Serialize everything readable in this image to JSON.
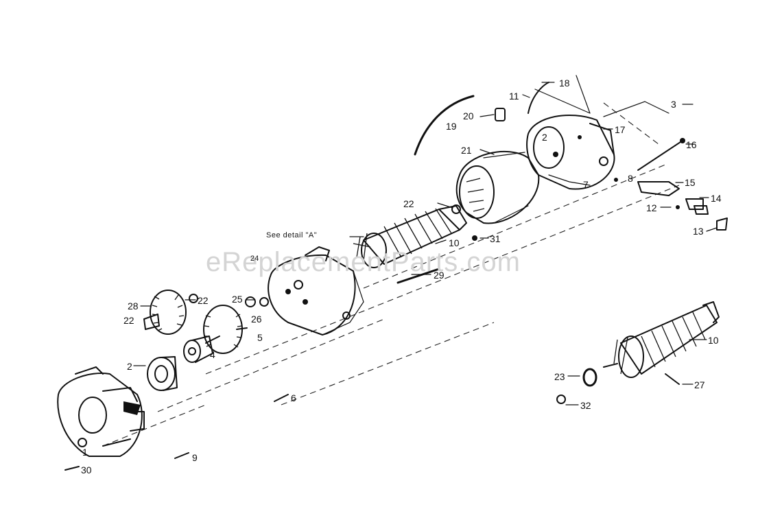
{
  "watermark": "eReplacementParts.com",
  "detail_note": "See detail \"A\"",
  "labels": [
    {
      "id": "l18",
      "text": "18"
    },
    {
      "id": "l11",
      "text": "11"
    },
    {
      "id": "l3",
      "text": "3"
    },
    {
      "id": "l20",
      "text": "20"
    },
    {
      "id": "l19",
      "text": "19"
    },
    {
      "id": "l17",
      "text": "17"
    },
    {
      "id": "l21",
      "text": "21"
    },
    {
      "id": "l16",
      "text": "16"
    },
    {
      "id": "l2a",
      "text": "2"
    },
    {
      "id": "l8",
      "text": "8"
    },
    {
      "id": "l15",
      "text": "15"
    },
    {
      "id": "l14",
      "text": "14"
    },
    {
      "id": "l22a",
      "text": "22"
    },
    {
      "id": "l12",
      "text": "12"
    },
    {
      "id": "l13",
      "text": "13"
    },
    {
      "id": "l10a",
      "text": "10"
    },
    {
      "id": "l31",
      "text": "31"
    },
    {
      "id": "l24",
      "text": "24"
    },
    {
      "id": "l29",
      "text": "29"
    },
    {
      "id": "l28",
      "text": "28"
    },
    {
      "id": "l22b",
      "text": "22"
    },
    {
      "id": "l25",
      "text": "25"
    },
    {
      "id": "l22c",
      "text": "22"
    },
    {
      "id": "l26",
      "text": "26"
    },
    {
      "id": "l5",
      "text": "5"
    },
    {
      "id": "l4",
      "text": "4"
    },
    {
      "id": "l2b",
      "text": "2"
    },
    {
      "id": "l10b",
      "text": "10"
    },
    {
      "id": "l23",
      "text": "23"
    },
    {
      "id": "l27",
      "text": "27"
    },
    {
      "id": "l32",
      "text": "32"
    },
    {
      "id": "l6",
      "text": "6"
    },
    {
      "id": "l9",
      "text": "9"
    },
    {
      "id": "l30",
      "text": "30"
    },
    {
      "id": "l1",
      "text": "1"
    },
    {
      "id": "l7",
      "text": "7"
    }
  ]
}
